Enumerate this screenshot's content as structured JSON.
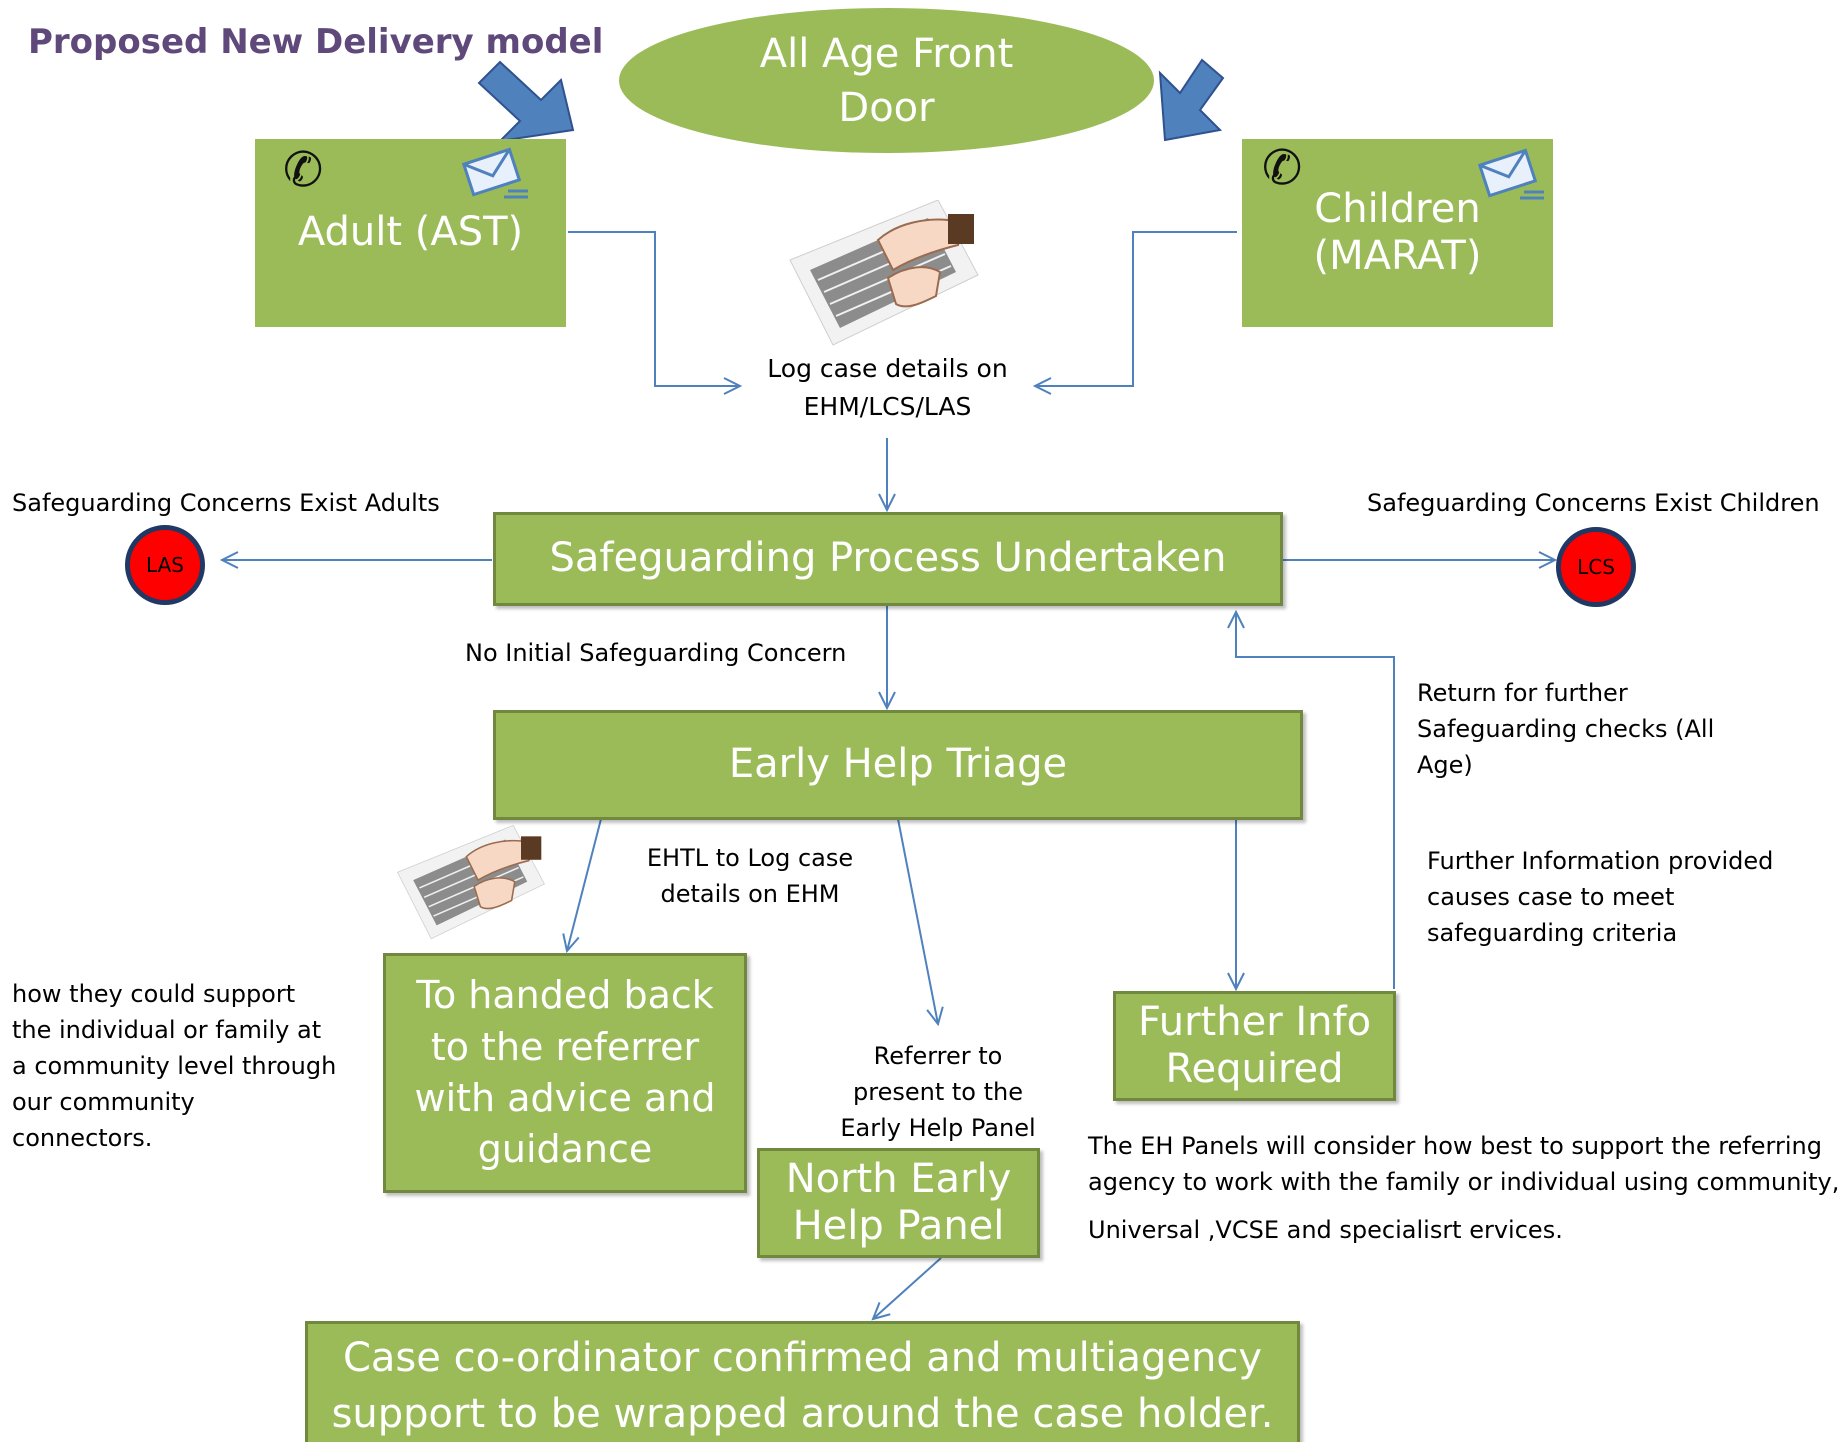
{
  "title": "Proposed New Delivery model",
  "nodes": {
    "front_door": "All Age Front Door",
    "adult": "Adult (AST)",
    "children": "Children (MARAT)",
    "log_case": "Log case details on EHM/LCS/LAS",
    "safeguarding_process": "Safeguarding Process Undertaken",
    "early_help_triage": "Early Help Triage",
    "handed_back": "To handed back to the referrer with advice and guidance",
    "further_info": "Further Info Required",
    "north_panel": "North Early Help Panel",
    "case_coordinator": "Case co-ordinator confirmed and multiagency support to be wrapped around the case holder.",
    "las": "LAS",
    "lcs": "LCS"
  },
  "labels": {
    "concerns_adults": "Safeguarding Concerns Exist Adults",
    "concerns_children": "Safeguarding Concerns Exist Children",
    "no_initial_concern": "No Initial Safeguarding Concern",
    "return_checks": "Return for further Safeguarding checks (All Age)",
    "further_info_provided": "Further Information provided causes case to meet safeguarding criteria",
    "ehtl_log": "EHTL to Log case details on EHM",
    "referrer_present": "Referrer to present to the Early Help Panel",
    "community_support": "how they could support the individual or family at a community level through our community connectors.",
    "eh_panels_1": "The EH Panels will consider how best to support the referring agency to work with the family or individual  using community,",
    "eh_panels_2": "Universal ,VCSE and specialisrt ervices."
  },
  "icons": {
    "phone": "phone-icon",
    "envelope": "envelope-icon",
    "keyboard": "keyboard-typing-icon",
    "arrow": "block-arrow-icon"
  },
  "colors": {
    "box_fill": "#9bbb59",
    "box_border": "#71893f",
    "title": "#5f497a",
    "connector": "#4f81bd",
    "block_arrow": "#4f81bd",
    "alert_circle": "#ff0000"
  }
}
